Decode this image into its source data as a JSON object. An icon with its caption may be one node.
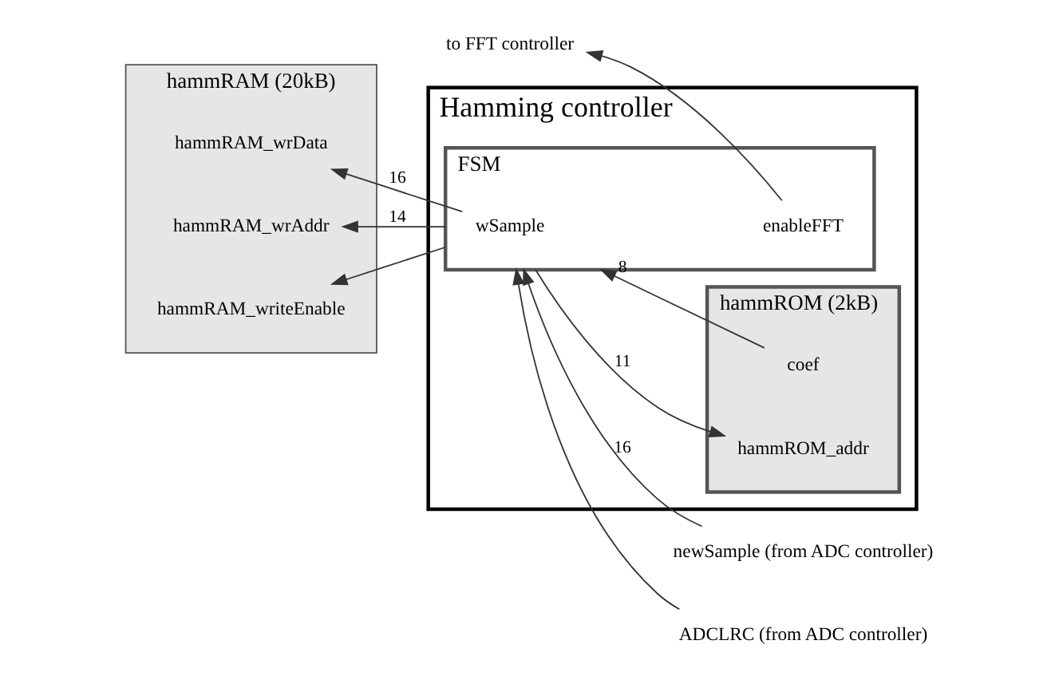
{
  "diagram": {
    "nodes": [
      {
        "text": [
          "Hamming controller"
        ]
      },
      {
        "text": [
          "hammRAM (20kB)"
        ]
      },
      {
        "text": [
          "hammRAM_wrData"
        ],
        "in": 1
      },
      {
        "text": [
          "hammRAM_wrAddr"
        ],
        "in": 1
      },
      {
        "text": [
          "hammRAM_writeEnable"
        ],
        "in": 1
      },
      {
        "text": [
          "FSM"
        ],
        "in": 0
      },
      {
        "text": [
          "wSample"
        ],
        "in": 5
      },
      {
        "text": [
          "enableFFT"
        ],
        "in": 5
      },
      {
        "text": [
          "hammROM (2kB)"
        ],
        "in": 0
      },
      {
        "text": [
          "coef"
        ],
        "in": 8
      },
      {
        "text": [
          "hammROM_addr"
        ],
        "in": 8
      },
      {
        "text": [
          "newSample (from ADC controller)"
        ]
      },
      {
        "text": [
          "ADCLRC (from ADC controller)"
        ]
      },
      {
        "text": [
          "to FFT controller"
        ]
      }
    ],
    "edges": [
      {
        "from": 11,
        "to": 5,
        "arrow": "to",
        "label": "16"
      },
      {
        "from": 12,
        "to": 5,
        "arrow": "to"
      },
      {
        "from": 6,
        "to": 2,
        "arrow": "to",
        "label": "16"
      },
      {
        "from": 5,
        "to": 3,
        "arrow": "to",
        "label": "14"
      },
      {
        "from": 5,
        "to": 4,
        "arrow": "to"
      },
      {
        "from": 9,
        "to": 5,
        "arrow": "to",
        "label": "8"
      },
      {
        "from": 5,
        "to": 10,
        "arrow": "to",
        "label": "11"
      },
      {
        "from": 7,
        "to": 13,
        "arrow": "to"
      }
    ]
  }
}
